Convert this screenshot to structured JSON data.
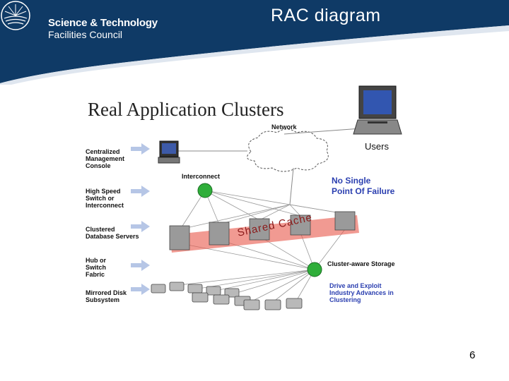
{
  "header": {
    "org_line1": "Science & Technology",
    "org_line2": "Facilities Council",
    "slide_title": "RAC diagram",
    "bg_color": "#0f3a66"
  },
  "diagram": {
    "title": "Real Application Clusters",
    "left_labels": [
      "Centralized\nManagement\nConsole",
      "High Speed\nSwitch or\nInterconnect",
      "Clustered\nDatabase Servers",
      "Hub or\nSwitch\nFabric",
      "Mirrored Disk\nSubsystem"
    ],
    "network_label": "Network",
    "interconnect_label": "Interconnect",
    "users_label": "Users",
    "no_spof": "No Single\nPoint Of Failure",
    "shared_cache": "Shared Cache",
    "storage_label": "Cluster-aware Storage",
    "drive_label": "Drive and Exploit\nIndustry Advances in\nClustering",
    "accent_blue": "#2b3fb0",
    "cache_color": "#e8574a",
    "node_color": "#2fae3a"
  },
  "page_number": "6"
}
